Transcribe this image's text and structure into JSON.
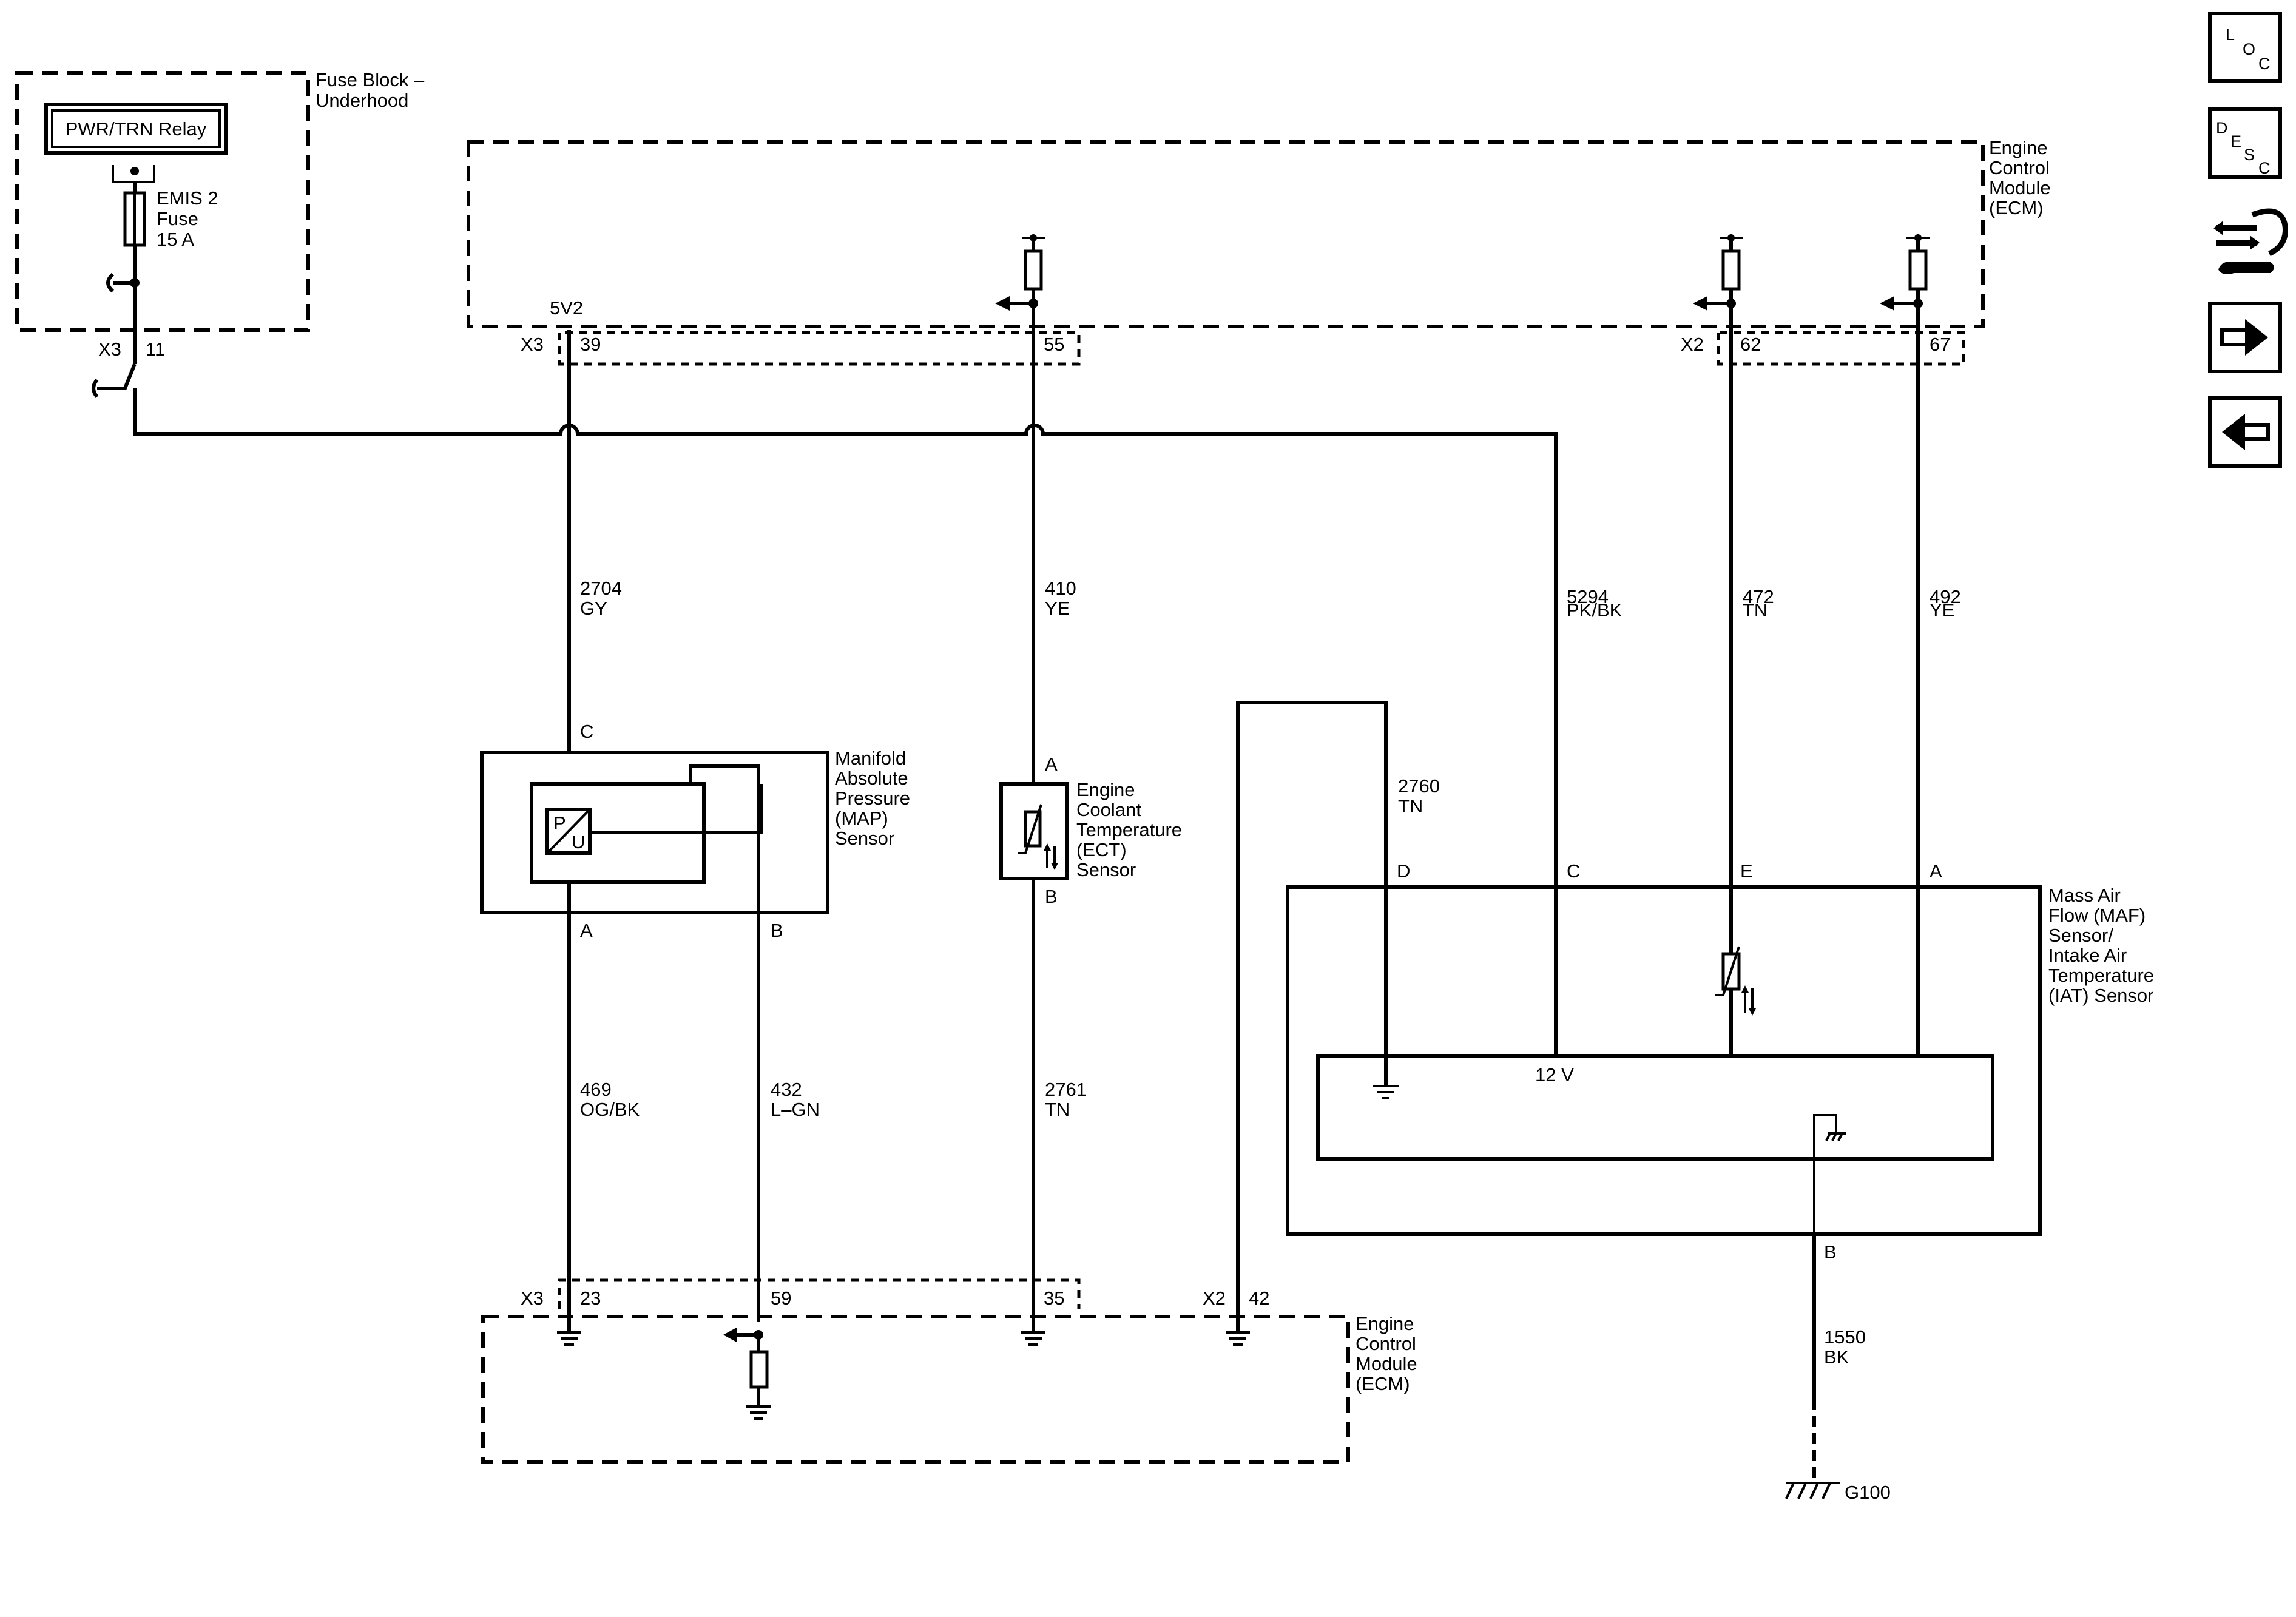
{
  "fuse_block": {
    "title_line1": "Fuse Block –",
    "title_line2": "Underhood",
    "relay_label": "PWR/TRN Relay",
    "fuse_name": "EMIS 2",
    "fuse_word": "Fuse",
    "fuse_rating": "15 A",
    "connector": "X3",
    "pin": "11"
  },
  "ecm_top": {
    "title": [
      "Engine",
      "Control",
      "Module",
      "(ECM)"
    ],
    "ref_5v": "5V2",
    "connector_left": "X3",
    "connector_right": "X2",
    "pins": [
      "39",
      "55",
      "62",
      "67"
    ]
  },
  "ecm_bottom": {
    "title": [
      "Engine",
      "Control",
      "Module",
      "(ECM)"
    ],
    "connector_left": "X3",
    "connector_right": "X2",
    "pins": [
      "23",
      "59",
      "35",
      "42"
    ]
  },
  "wires": {
    "w2704": {
      "circuit": "2704",
      "color": "GY"
    },
    "w410": {
      "circuit": "410",
      "color": "YE"
    },
    "w5294": {
      "circuit": "5294",
      "color": "PK/BK"
    },
    "w472": {
      "circuit": "472",
      "color": "TN"
    },
    "w492": {
      "circuit": "492",
      "color": "YE"
    },
    "w2760": {
      "circuit": "2760",
      "color": "TN"
    },
    "w469": {
      "circuit": "469",
      "color": "OG/BK"
    },
    "w432": {
      "circuit": "432",
      "color": "L–GN"
    },
    "w2761": {
      "circuit": "2761",
      "color": "TN"
    },
    "w1550": {
      "circuit": "1550",
      "color": "BK"
    }
  },
  "map_sensor": {
    "name": [
      "Manifold",
      "Absolute",
      "Pressure",
      "(MAP)",
      "Sensor"
    ],
    "pins": {
      "c": "C",
      "a": "A",
      "b": "B"
    },
    "symbol_p": "P",
    "symbol_u": "U"
  },
  "ect_sensor": {
    "name": [
      "Engine",
      "Coolant",
      "Temperature",
      "(ECT)",
      "Sensor"
    ],
    "pins": {
      "a": "A",
      "b": "B"
    }
  },
  "maf_sensor": {
    "name": [
      "Mass Air",
      "Flow (MAF)",
      "Sensor/",
      "Intake Air",
      "Temperature",
      "(IAT) Sensor"
    ],
    "pins": {
      "d": "D",
      "c": "C",
      "e": "E",
      "a": "A",
      "b": "B"
    },
    "internal_voltage": "12 V"
  },
  "ground": {
    "label": "G100"
  },
  "nav": {
    "loc": {
      "l": "L",
      "o": "O",
      "c": "C"
    },
    "desc": {
      "d": "D",
      "e": "E",
      "s": "S",
      "c": "C"
    },
    "icons": [
      "connector-wrench-icon",
      "arrow-right-icon",
      "arrow-left-icon"
    ]
  }
}
